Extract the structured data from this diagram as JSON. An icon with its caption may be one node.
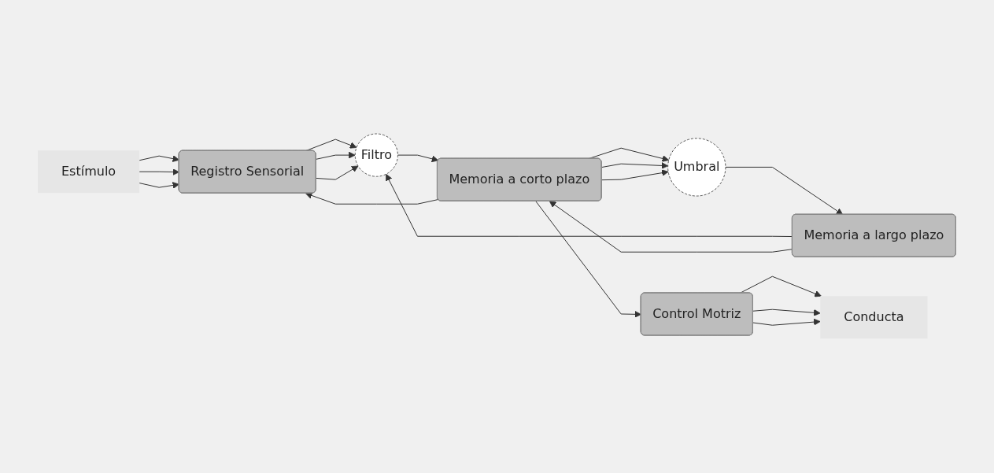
{
  "diagram": {
    "nodes": [
      {
        "text": [
          "Estímulo"
        ]
      },
      {
        "text": [
          "Registro Sensorial"
        ]
      },
      {
        "text": [
          "Filtro"
        ]
      },
      {
        "text": [
          "Memoria a corto plazo"
        ]
      },
      {
        "text": [
          "Umbral"
        ]
      },
      {
        "text": [
          "Memoria a largo plazo"
        ]
      },
      {
        "text": [
          "Conducta"
        ]
      },
      {
        "text": [
          "Control Motriz"
        ]
      }
    ],
    "edges": [
      {
        "from": 0,
        "to": 1,
        "arrow": "to"
      },
      {
        "from": 0,
        "to": 1,
        "arrow": "to"
      },
      {
        "from": 0,
        "to": 1,
        "arrow": "to"
      },
      {
        "from": 1,
        "to": 2,
        "arrow": "to"
      },
      {
        "from": 1,
        "to": 2,
        "arrow": "to"
      },
      {
        "from": 1,
        "to": 2,
        "arrow": "to"
      },
      {
        "from": 2,
        "to": 3,
        "arrow": "to"
      },
      {
        "from": 3,
        "to": 1,
        "arrow": "to"
      },
      {
        "from": 5,
        "to": 2,
        "arrow": "to"
      },
      {
        "from": 3,
        "to": 4,
        "arrow": "to"
      },
      {
        "from": 3,
        "to": 4,
        "arrow": "to"
      },
      {
        "from": 3,
        "to": 4,
        "arrow": "to"
      },
      {
        "from": 4,
        "to": 5,
        "arrow": "to"
      },
      {
        "from": 5,
        "to": 3,
        "arrow": "to"
      },
      {
        "from": 3,
        "to": 7,
        "arrow": "to"
      },
      {
        "from": 7,
        "to": 6,
        "arrow": "to"
      },
      {
        "from": 7,
        "to": 6,
        "arrow": "to"
      },
      {
        "from": 7,
        "to": 6,
        "arrow": "to"
      }
    ]
  }
}
